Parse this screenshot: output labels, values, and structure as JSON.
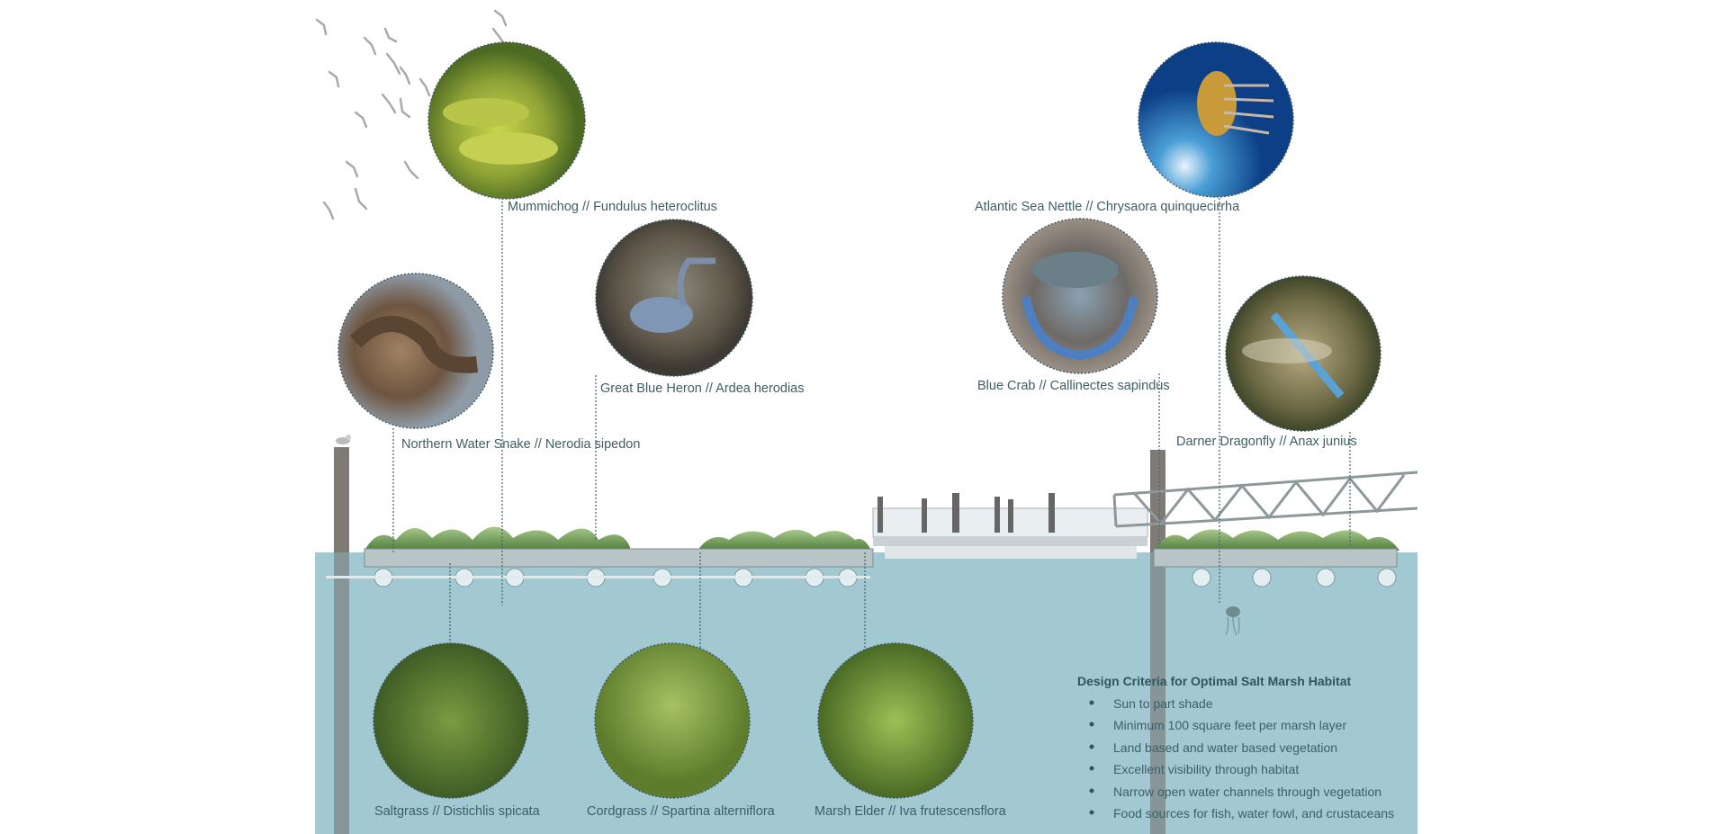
{
  "species": {
    "mummichog": "Mummichog // Fundulus heteroclitus",
    "snake": "Northern Water Snake // Nerodia sipedon",
    "heron": "Great Blue Heron // Ardea herodias",
    "sea_nettle": "Atlantic Sea Nettle // Chrysaora quinquecirrha",
    "crab": "Blue Crab // Callinectes sapindus",
    "dragonfly": "Darner Dragonfly // Anax junius",
    "saltgrass": "Saltgrass // Distichlis spicata",
    "cordgrass": "Cordgrass // Spartina alterniflora",
    "marsh_elder": "Marsh Elder // Iva frutescensflora"
  },
  "criteria": {
    "title": "Design Criteria for Optimal Salt Marsh Habitat",
    "items": [
      "Sun to part shade",
      "Minimum 100 square feet per marsh layer",
      "Land based and water based vegetation",
      "Excellent visibility through habitat",
      "Narrow open water channels through vegetation",
      "Food sources for fish, water fowl, and crustaceans"
    ]
  },
  "colors": {
    "water": "#a2c8d1",
    "text": "#3f5e66"
  }
}
